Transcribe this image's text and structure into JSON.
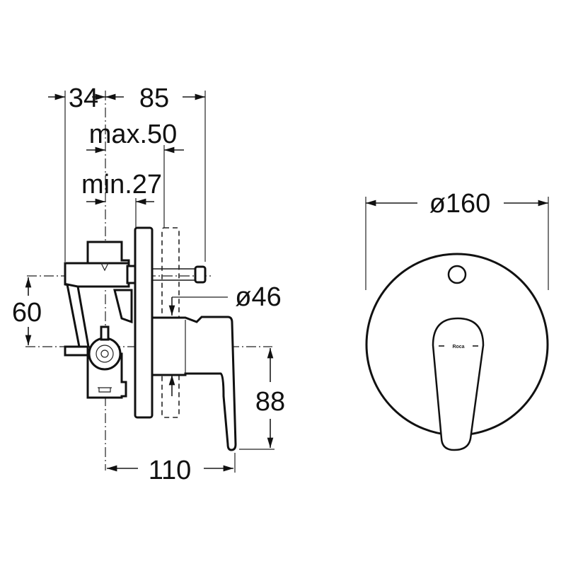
{
  "side_view": {
    "dim_34": "34",
    "dim_85": "85",
    "dim_max50": "max.50",
    "dim_min27": "min.27",
    "dim_60": "60",
    "dim_diameter46": "ø46",
    "dim_88": "88",
    "dim_110": "110"
  },
  "front_view": {
    "dim_diameter160": "ø160",
    "brand_logo": "Roca"
  },
  "colors": {
    "line": "#111111",
    "background": "#ffffff"
  }
}
